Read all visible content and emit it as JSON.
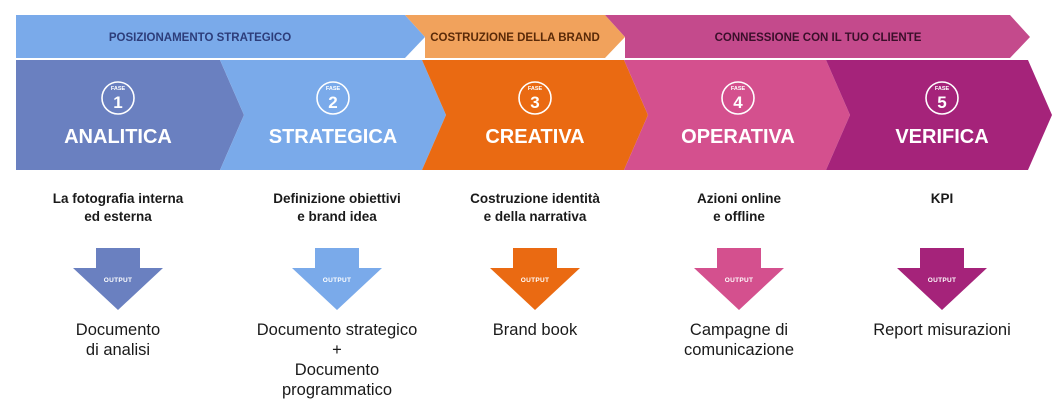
{
  "colors": {
    "blue_dark": "#6a80c0",
    "blue_light": "#7aaaea",
    "orange": "#ea6a12",
    "pink": "#d4508e",
    "purple": "#a5237a",
    "white": "#ffffff"
  },
  "bands": [
    {
      "label": "POSIZIONAMENTO STRATEGICO",
      "color": "#7aaaea",
      "text_color": "#2d3d7a"
    },
    {
      "label": "COSTRUZIONE DELLA BRAND",
      "color": "#f1a25c",
      "text_color": "#5a2a08"
    },
    {
      "label": "CONNESSIONE CON IL TUO CLIENTE",
      "color": "#c44a8c",
      "text_color": "#3a0f2a"
    }
  ],
  "phases": [
    {
      "fase_label": "FASE",
      "number": "1",
      "title": "ANALITICA",
      "color": "#6a80c0",
      "description": "La fotografia interna\ned esterna",
      "output_label": "OUTPUT",
      "result": "Documento\ndi analisi"
    },
    {
      "fase_label": "FASE",
      "number": "2",
      "title": "STRATEGICA",
      "color": "#7aaaea",
      "description": "Definizione obiettivi\ne brand idea",
      "output_label": "OUTPUT",
      "result": "Documento strategico\n+\nDocumento\nprogrammatico"
    },
    {
      "fase_label": "FASE",
      "number": "3",
      "title": "CREATIVA",
      "color": "#ea6a12",
      "description": "Costruzione identità\ne della narrativa",
      "output_label": "OUTPUT",
      "result": "Brand book"
    },
    {
      "fase_label": "FASE",
      "number": "4",
      "title": "OPERATIVA",
      "color": "#d4508e",
      "description": "Azioni online\ne offline",
      "output_label": "OUTPUT",
      "result": "Campagne di\ncomunicazione"
    },
    {
      "fase_label": "FASE",
      "number": "5",
      "title": "VERIFICA",
      "color": "#a5237a",
      "description": "KPI",
      "output_label": "OUTPUT",
      "result": "Report misurazioni"
    }
  ]
}
